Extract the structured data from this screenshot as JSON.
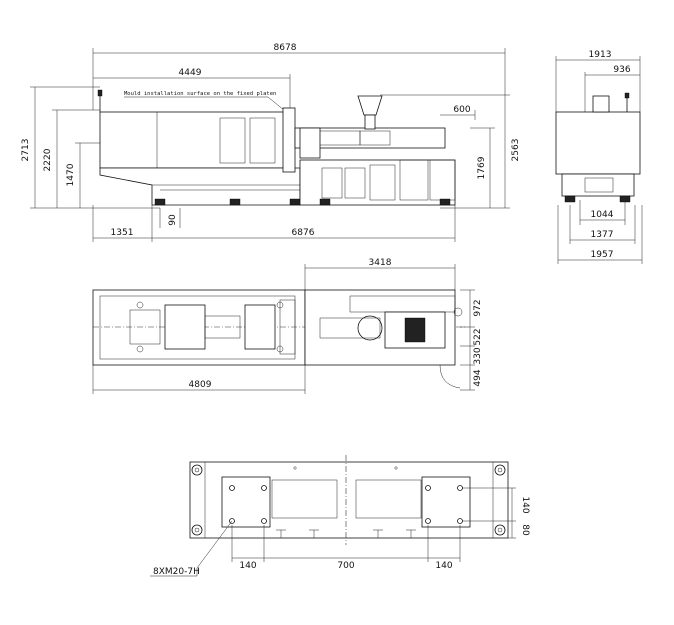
{
  "side_view": {
    "overall_length": "8678",
    "clamp_length": "4449",
    "hopper_offset": "600",
    "height_total": "2713",
    "height_2": "2220",
    "height_3": "1470",
    "height_injection": "1769",
    "height_hopper": "2563",
    "foot_offset": "90",
    "base_left": "1351",
    "base_length": "6876",
    "mould_note": "Mould installation surface on the fixed platen"
  },
  "end_view": {
    "width_top": "1913",
    "width_hopper": "936",
    "width_1044": "1044",
    "width_1377": "1377",
    "width_1957": "1957"
  },
  "top_view": {
    "injection_length": "3418",
    "clamp_length": "4809",
    "right_972": "972",
    "right_522": "522",
    "right_330": "330",
    "right_494": "494"
  },
  "platen_view": {
    "hole_spacing_left": "140",
    "hole_spacing_center": "700",
    "hole_spacing_right": "140",
    "vertical_140": "140",
    "vertical_80": "80",
    "thread_spec": "8XM20-7H"
  }
}
